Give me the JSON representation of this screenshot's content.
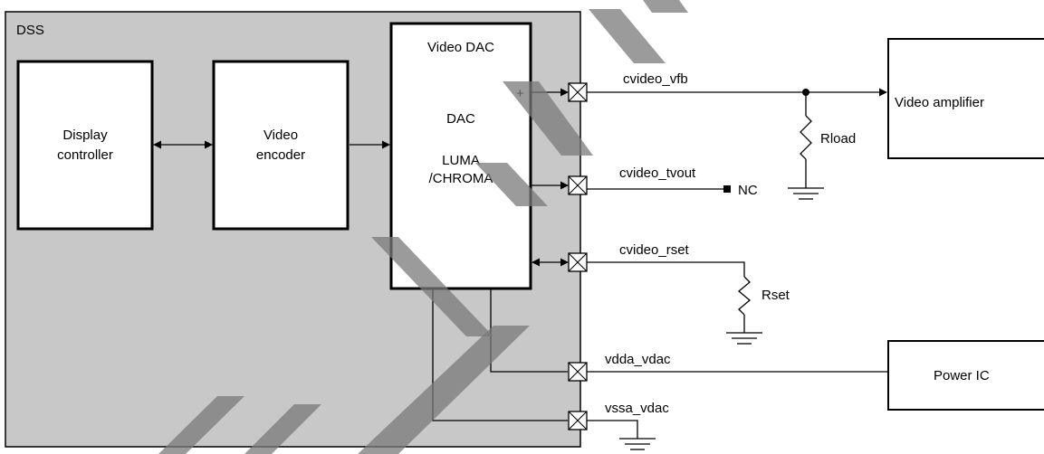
{
  "diagram": {
    "dss_label": "DSS",
    "blocks": {
      "display_controller": [
        "Display",
        "controller"
      ],
      "video_encoder": [
        "Video",
        "encoder"
      ],
      "video_dac_title": "Video DAC",
      "dac": "DAC",
      "luma_chroma": [
        "LUMA",
        "/CHROMA"
      ],
      "plus": "+"
    },
    "signals": {
      "cvideo_vfb": "cvideo_vfb",
      "cvideo_tvout": "cvideo_tvout",
      "cvideo_rset": "cvideo_rset",
      "vdda_vdac": "vdda_vdac",
      "vssa_vdac": "vssa_vdac"
    },
    "external": {
      "video_amplifier": "Video amplifier",
      "power_ic": "Power IC",
      "rload": "Rload",
      "rset": "Rset",
      "nc": "NC"
    },
    "watermark_color": "#7a7a7a",
    "dss_fill": "#c8c8c8"
  }
}
